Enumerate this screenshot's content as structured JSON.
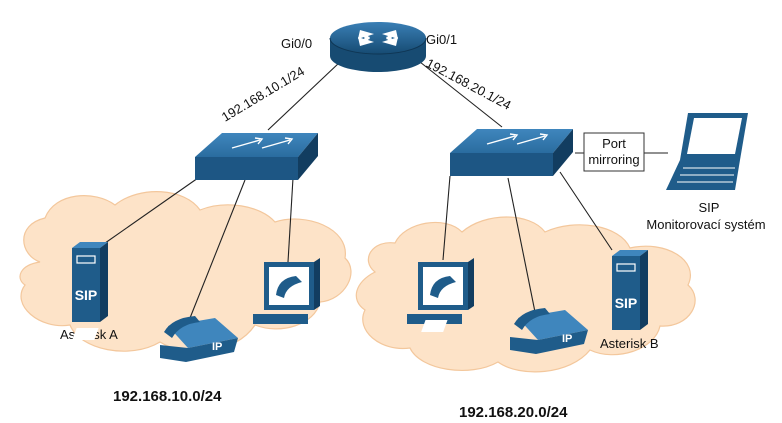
{
  "router": {
    "port_left": "Gi0/0",
    "port_right": "Gi0/1",
    "icon": "router-icon"
  },
  "links": {
    "left_ip": "192.168.10.1/24",
    "right_ip": "192.168.20.1/24"
  },
  "mirroring": {
    "line1": "Port",
    "line2": "mirroring"
  },
  "monitor": {
    "line1": "SIP",
    "line2": "Monitorovací systém",
    "icon": "laptop-icon"
  },
  "networks": {
    "left": {
      "subnet": "192.168.10.0/24",
      "server_label": "Asterisk A",
      "server_badge": "SIP",
      "phone_badge": "IP"
    },
    "right": {
      "subnet": "192.168.20.0/24",
      "server_label": "Asterisk B",
      "server_badge": "SIP",
      "phone_badge": "IP"
    }
  },
  "colors": {
    "device_blue": "#1f5c8a",
    "device_dark": "#143f61",
    "cloud_fill": "#fde3c8",
    "cloud_stroke": "#f3c79c",
    "line": "#222222"
  }
}
